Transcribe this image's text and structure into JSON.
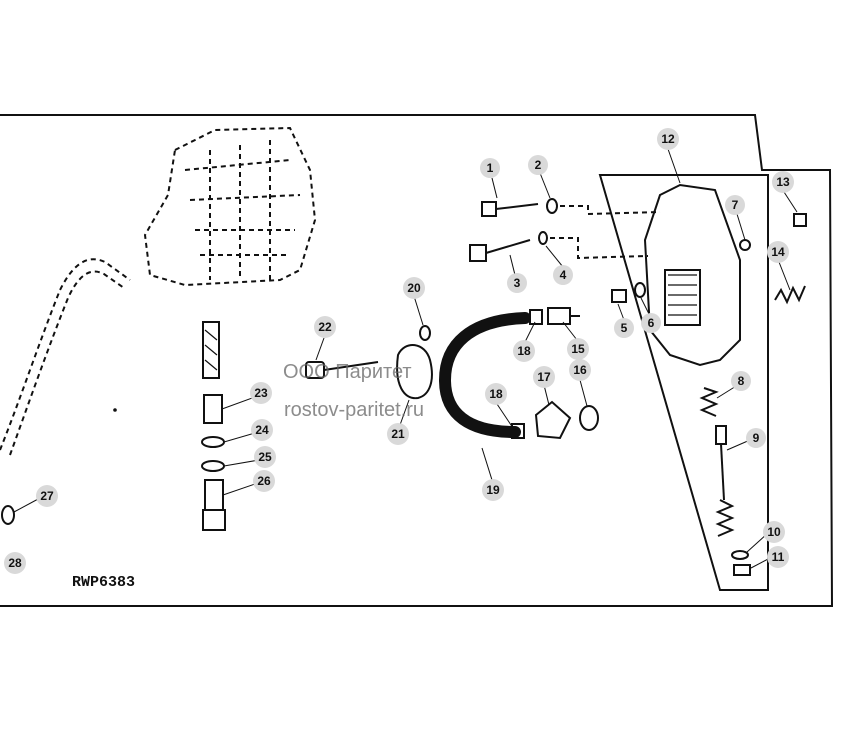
{
  "figure_code": "RWP6383",
  "watermark": {
    "line1": "ООО Паритет",
    "line2": "rostov-paritet.ru"
  },
  "callouts": [
    "1",
    "2",
    "3",
    "4",
    "5",
    "6",
    "7",
    "8",
    "9",
    "10",
    "11",
    "12",
    "13",
    "14",
    "15",
    "16",
    "17",
    "18",
    "18",
    "19",
    "20",
    "21",
    "22",
    "23",
    "24",
    "25",
    "26",
    "27",
    "28"
  ]
}
